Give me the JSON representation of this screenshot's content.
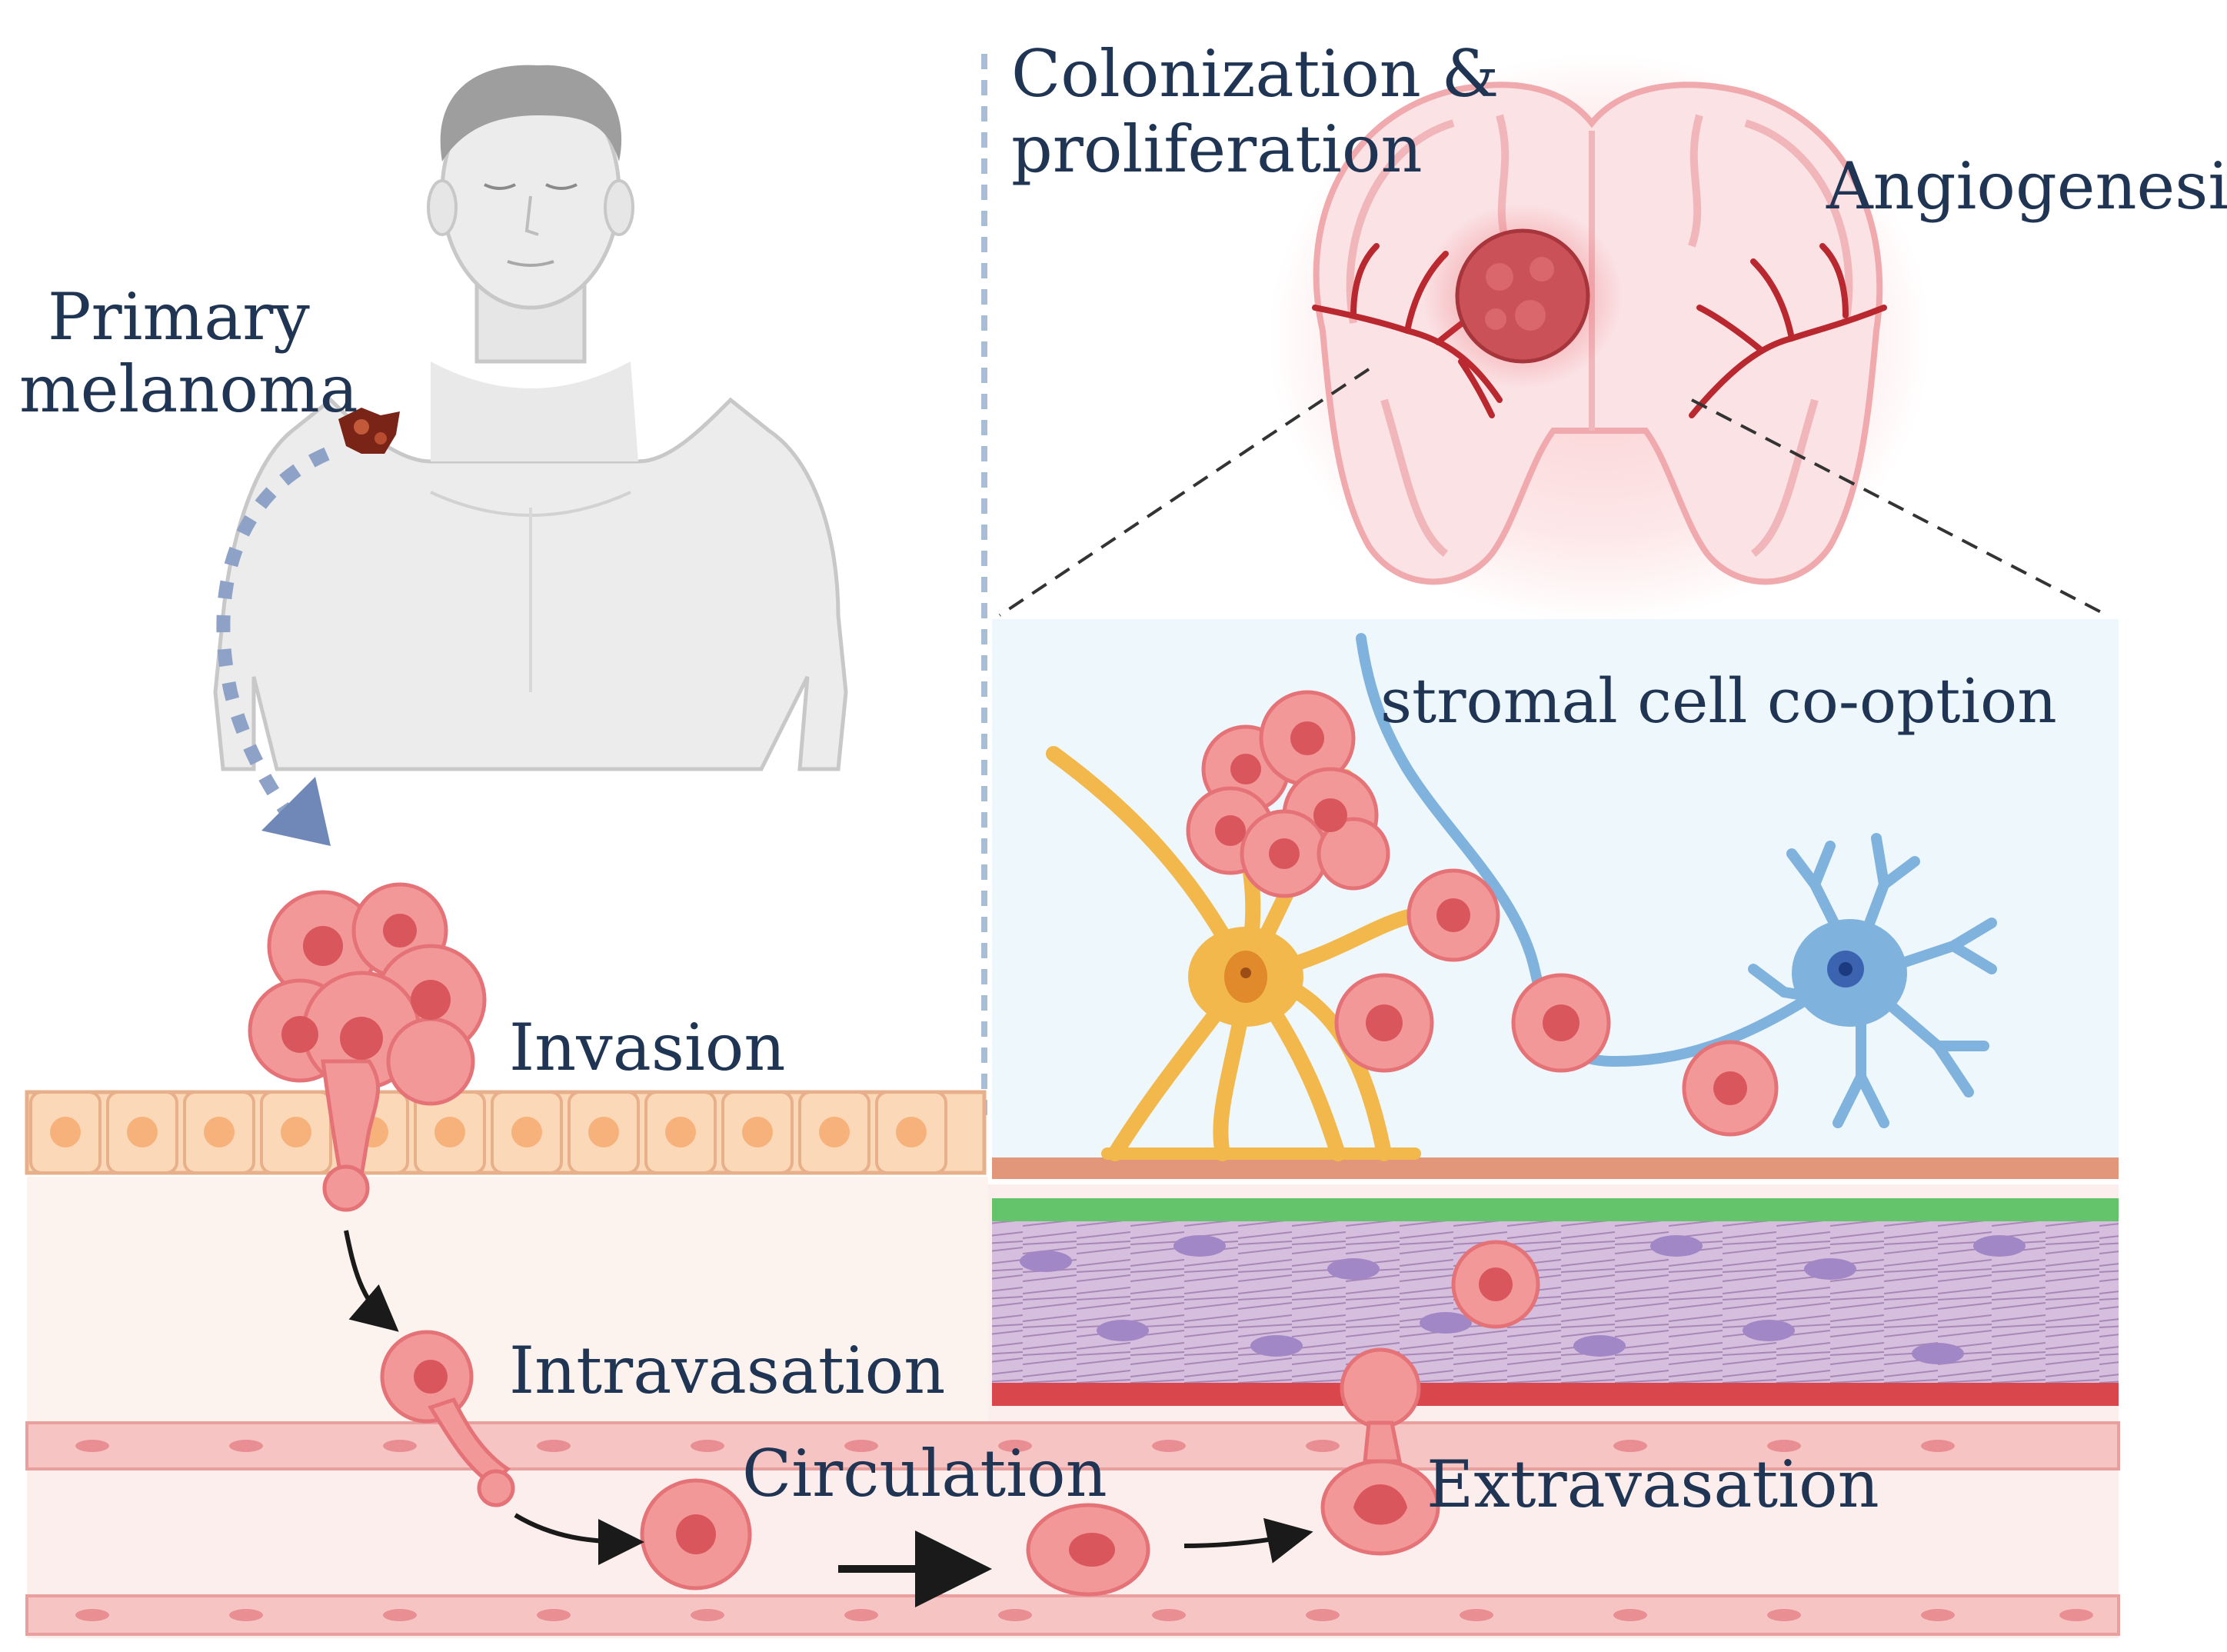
{
  "labels": {
    "primary_melanoma_line1": "Primary",
    "primary_melanoma_line2": "melanoma",
    "colonization_line1": "Colonization &",
    "colonization_line2": "proliferation",
    "angiogenesis": "Angiogenesis",
    "stromal": "stromal cell co-option",
    "invasion": "Invasion",
    "intravasation": "Intravasation",
    "circulation": "Circulation",
    "extravasation": "Extravasation"
  },
  "colors": {
    "text": "#1f3553",
    "cancer_cell": "#f08a8a",
    "cancer_nucleus": "#d9575c",
    "epithelium": "#fbd8b8",
    "vessel": "#f7c4c4",
    "astrocyte": "#f2b84b",
    "neuron": "#7fb2dc",
    "brain_tissue": "#fbe6e8",
    "brain_vessel": "#b9272f",
    "arrow_dashed": "#7f96bf",
    "stroma_bg": "#eef7fc",
    "muscle_layer": "#cdb3d6",
    "green_layer": "#63c46c",
    "red_layer": "#d9464b"
  }
}
